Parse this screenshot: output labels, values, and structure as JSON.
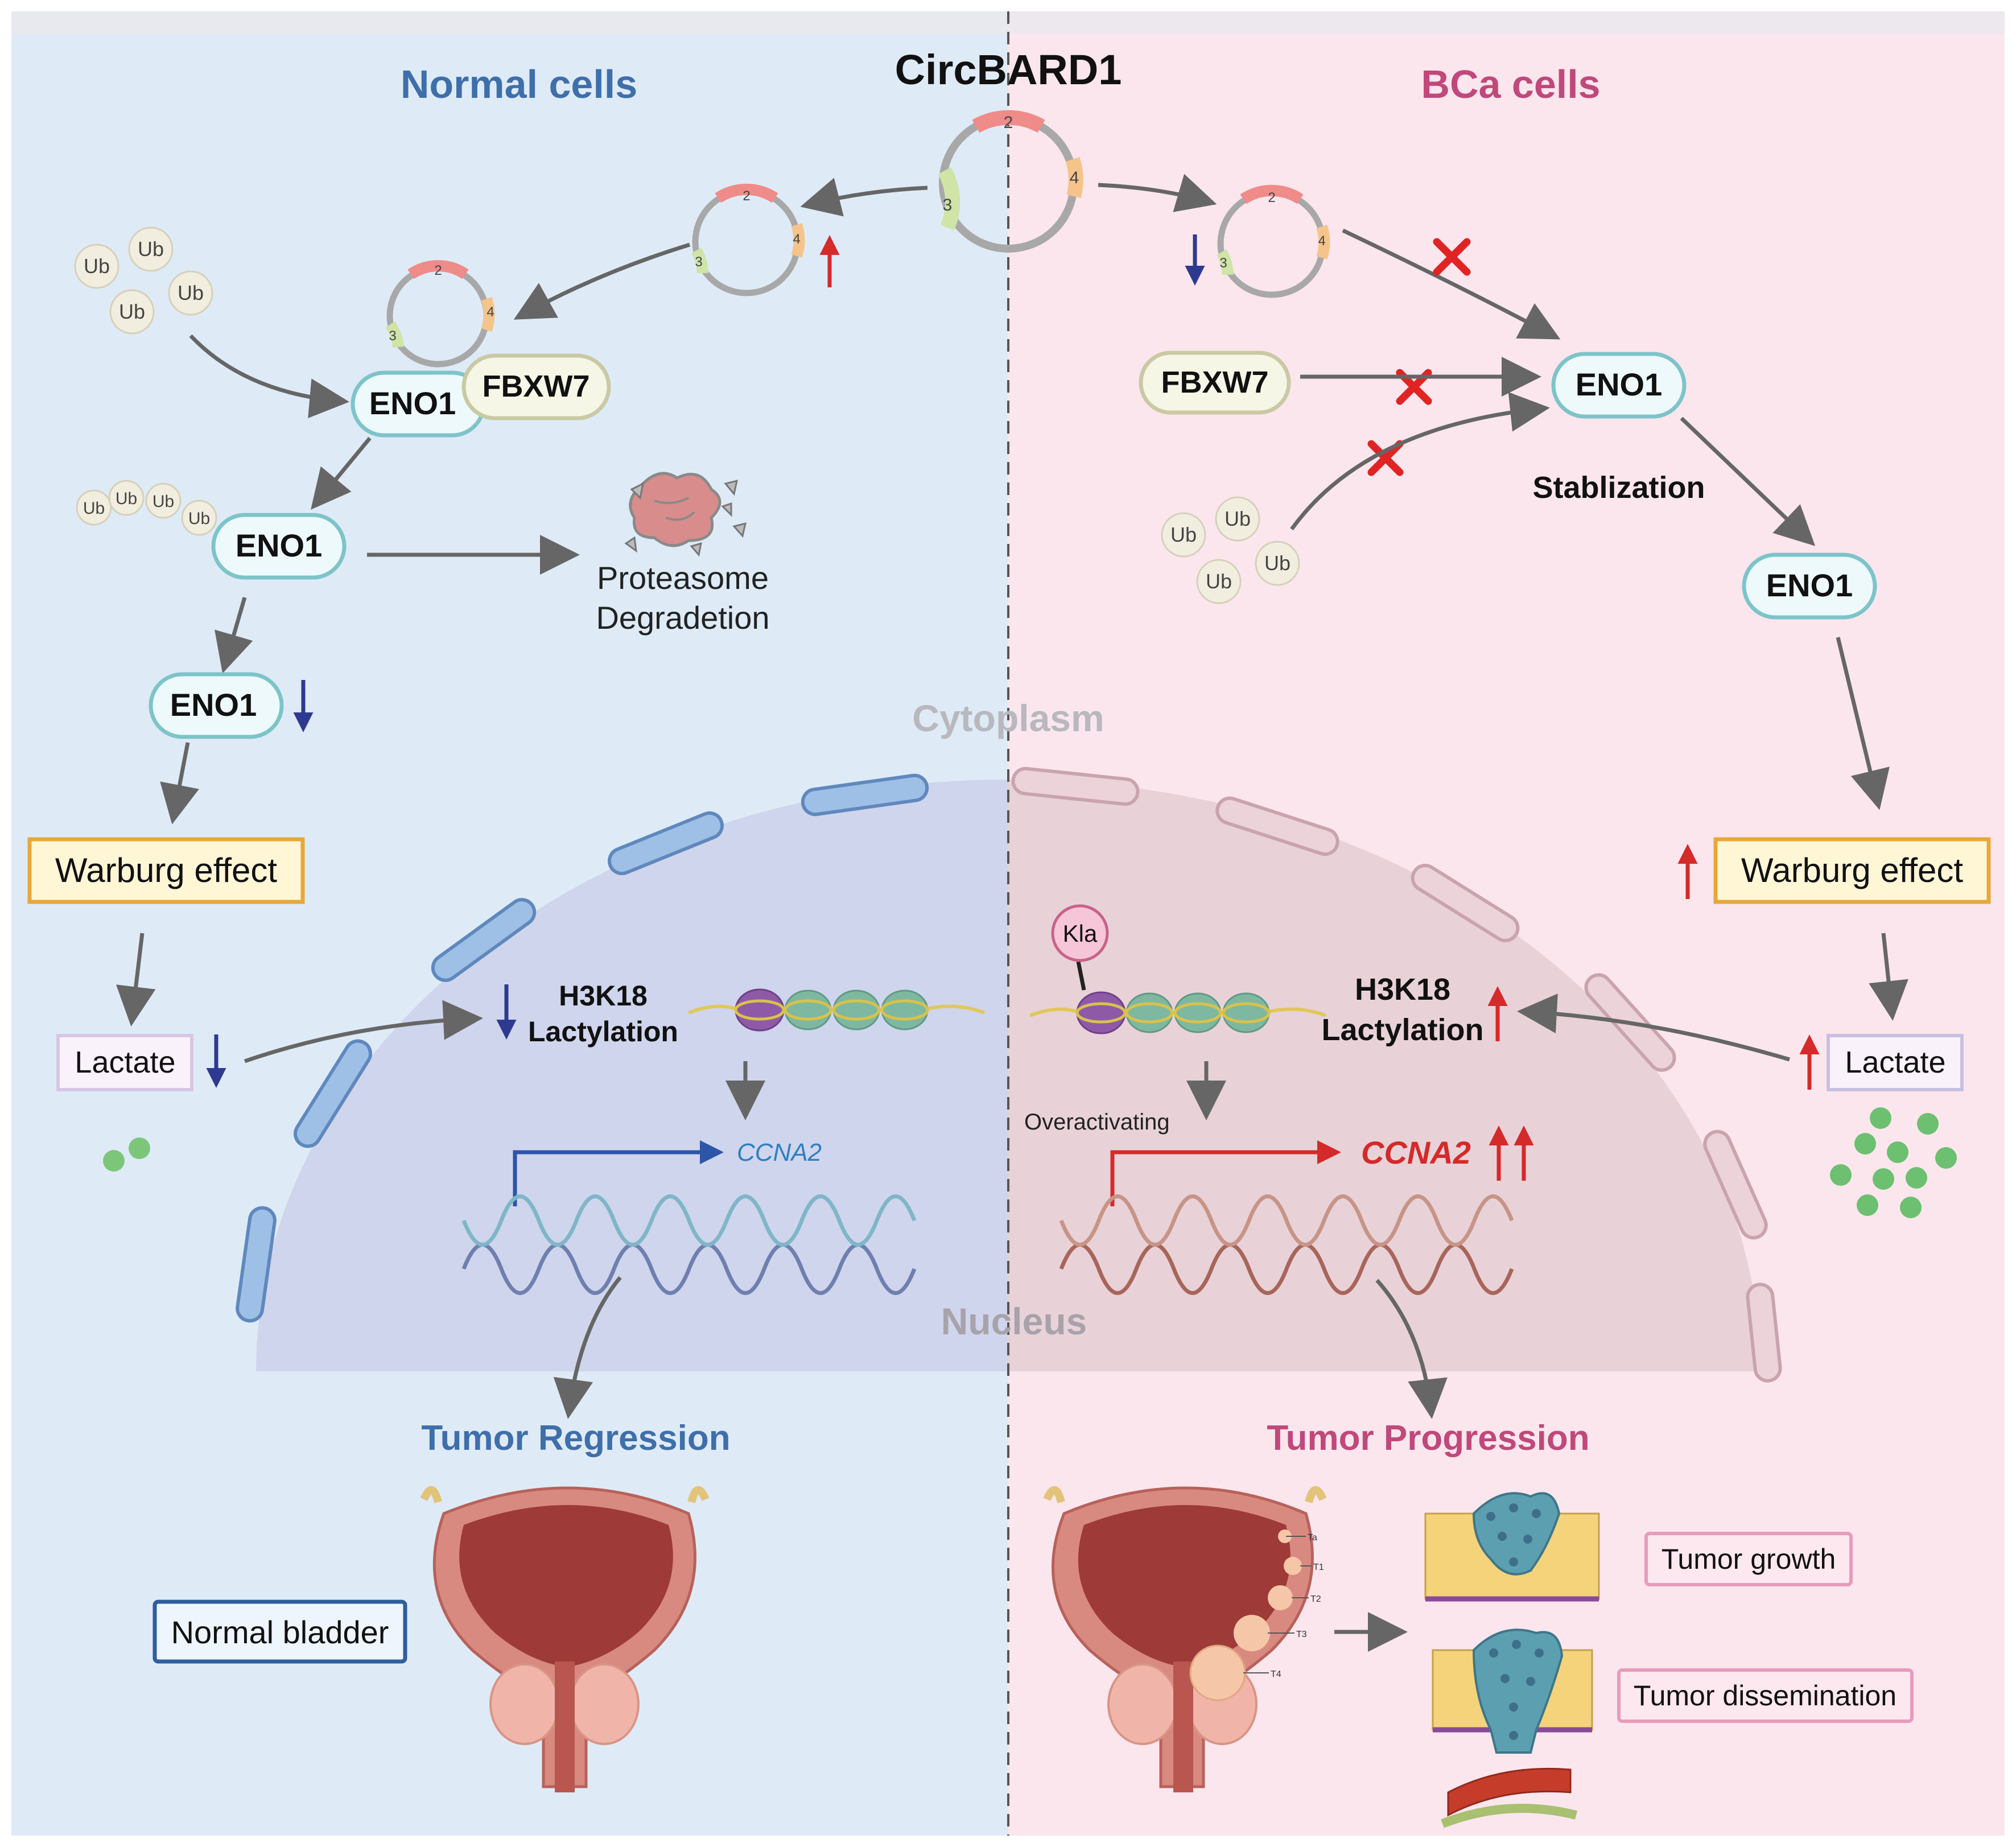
{
  "title": "CircBARD1",
  "panels": {
    "left": {
      "heading": "Normal cells",
      "color": "#3f6faa"
    },
    "right": {
      "heading": "BCa cells",
      "color": "#c0487a"
    }
  },
  "compartments": {
    "cytoplasm": "Cytoplasm",
    "nucleus": "Nucleus"
  },
  "circ_exons": {
    "e2": "2",
    "e3": "3",
    "e4": "4"
  },
  "ub": "Ub",
  "proteins": {
    "eno1": "ENO1",
    "fbxw7": "FBXW7"
  },
  "left": {
    "proteasome_line1": "Proteasome",
    "proteasome_line2": "Degradetion",
    "warburg": "Warburg effect",
    "lactate": "Lactate",
    "h3k18_line1": "H3K18",
    "h3k18_line2": "Lactylation",
    "gene": "CCNA2",
    "outcome": "Tumor Regression",
    "organ_label": "Normal bladder"
  },
  "right": {
    "stabilization": "Stablization",
    "warburg": "Warburg effect",
    "lactate": "Lactate",
    "kla": "Kla",
    "h3k18_line1": "H3K18",
    "h3k18_line2": "Lactylation",
    "overactivating": "Overactivating",
    "gene": "CCNA2",
    "outcome": "Tumor Progression",
    "growth": "Tumor growth",
    "dissemination": "Tumor dissemination",
    "stages": [
      "Ta",
      "T1",
      "T2",
      "T3",
      "T4"
    ]
  },
  "colors": {
    "left_bg": "#deebf7",
    "right_bg": "#fbe6ee",
    "up_arrow": "#d42a2a",
    "down_arrow": "#2e3a8f",
    "eno1_border": "#7dc4c9",
    "warburg_fill": "#fff6d6",
    "warburg_border": "#e8a838",
    "lactate_border": "#c8c0e0",
    "lactate_dot": "#6cc070",
    "bladder": "#b54a44",
    "gene_blue": "#2f7fc2",
    "gene_red": "#d42a2a"
  }
}
